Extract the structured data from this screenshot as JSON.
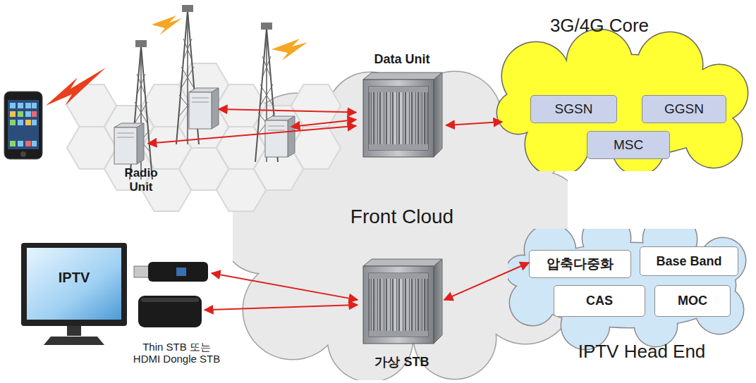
{
  "diagram": {
    "nodes": [
      {
        "text": [
          "Front Cloud"
        ]
      },
      {
        "text": [
          "Data Unit"
        ],
        "in": 0
      },
      {
        "text": [
          "가상 STB"
        ],
        "in": 0
      },
      {
        "text": [
          "3G/4G Core"
        ]
      },
      {
        "text": [
          "SGSN"
        ],
        "in": 3
      },
      {
        "text": [
          "GGSN"
        ],
        "in": 3
      },
      {
        "text": [
          "MSC"
        ],
        "in": 3
      },
      {
        "text": [
          "IPTV Head End"
        ]
      },
      {
        "text": [
          "압축다중화"
        ],
        "in": 7
      },
      {
        "text": [
          "Base Band"
        ],
        "in": 7
      },
      {
        "text": [
          "CAS"
        ],
        "in": 7
      },
      {
        "text": [
          "MOC"
        ],
        "in": 7
      },
      {
        "text": [
          "Radio Unit"
        ]
      },
      {
        "text": [
          "IPTV"
        ]
      },
      {
        "text": [
          "Thin STB 또는 HDMI Dongle STB"
        ]
      }
    ],
    "edges": [
      {
        "from": 1,
        "to": 12,
        "arrow": "both"
      },
      {
        "from": 1,
        "to": 12,
        "arrow": "both"
      },
      {
        "from": 1,
        "to": 12,
        "arrow": "both"
      },
      {
        "from": 1,
        "to": 3,
        "arrow": "both"
      },
      {
        "from": 2,
        "to": 14,
        "arrow": "both"
      },
      {
        "from": 2,
        "to": 14,
        "arrow": "both"
      },
      {
        "from": 2,
        "to": 8,
        "arrow": "both"
      }
    ]
  }
}
